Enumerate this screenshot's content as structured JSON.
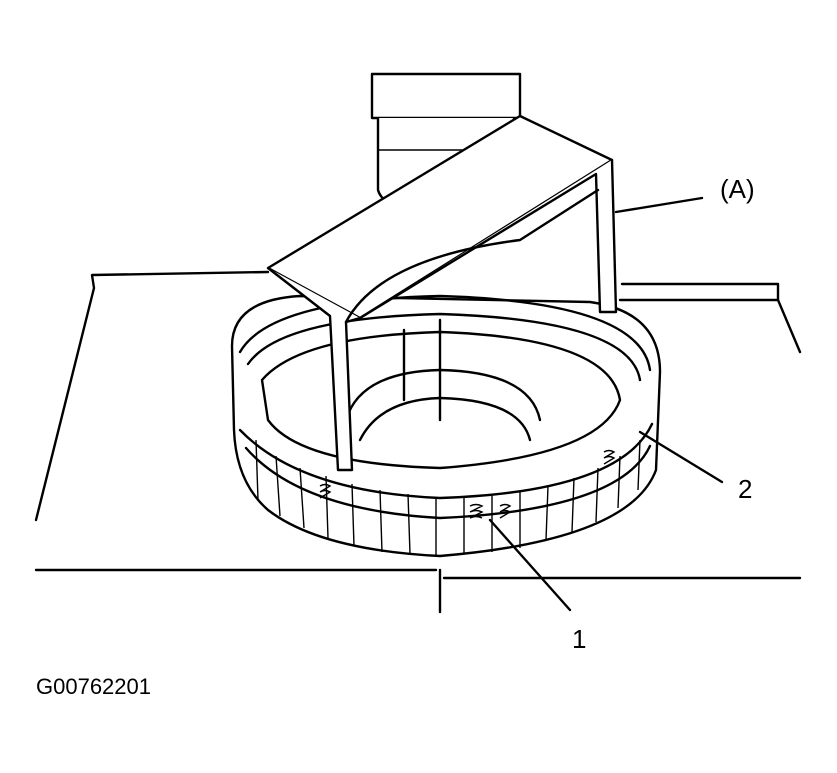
{
  "labels": {
    "tool": "(A)",
    "part_2": "2",
    "part_1": "1"
  },
  "figure_id": "G00762201"
}
